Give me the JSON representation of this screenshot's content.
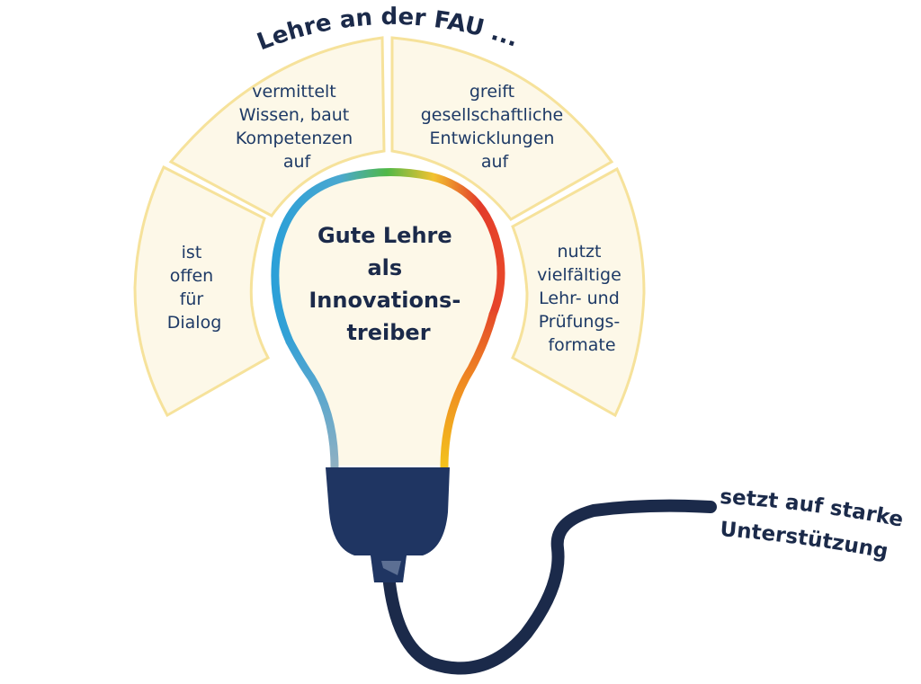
{
  "title": "Lehre an der FAU ...",
  "center": {
    "lines": [
      "Gute Lehre",
      "als",
      "Innovations-",
      "treiber"
    ]
  },
  "segments": [
    {
      "id": "left",
      "lines": [
        "ist",
        "offen",
        "für",
        "Dialog"
      ]
    },
    {
      "id": "upper-left",
      "lines": [
        "vermittelt",
        "Wissen, baut",
        "Kompetenzen",
        "auf"
      ]
    },
    {
      "id": "upper-right",
      "lines": [
        "greift",
        "gesellschaftliche",
        "Entwicklungen",
        "auf"
      ]
    },
    {
      "id": "right",
      "lines": [
        "nutzt",
        "vielfältige",
        "Lehr- und",
        "Prüfungs-",
        "formate"
      ]
    }
  ],
  "support": {
    "lines": [
      "setzt auf starke",
      "Unterstützung"
    ]
  },
  "colors": {
    "segment_fill": "#fdf8e8",
    "segment_stroke": "#f6e29b",
    "navy": "#1b2a4a",
    "text_blue": "#1e3a66",
    "bulb_gradient": [
      "#7fa9c4",
      "#2a9fd8",
      "#50b848",
      "#f2c230",
      "#e23b2b",
      "#f0b429"
    ]
  }
}
